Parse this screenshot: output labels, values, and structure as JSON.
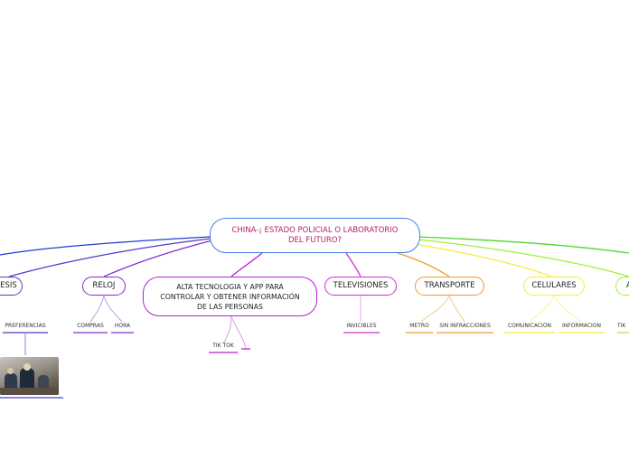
{
  "root": {
    "line1": "CHINA-¡ ESTADO POLICIAL O LABORATORIO",
    "line2": "DEL FUTURO?",
    "color": "#3f7fe8"
  },
  "branches": [
    {
      "key": "tesis",
      "label": "ESIS",
      "color": "#4a3fc9"
    },
    {
      "key": "reloj",
      "label": "RELOJ",
      "color": "#8a2ccf"
    },
    {
      "key": "alta",
      "line1": "ALTA TECNOLOGIA Y APP PARA",
      "line2": "CONTROLAR Y OBTENER INFORMACIÓN",
      "line3": "DE LAS PERSONAS",
      "color": "#b61fd6"
    },
    {
      "key": "televisiones",
      "label": "TELEVISIONES",
      "color": "#d62ad0"
    },
    {
      "key": "transporte",
      "label": "TRANSPORTE",
      "color": "#f09a33"
    },
    {
      "key": "celulares",
      "label": "CELULARES",
      "color": "#f0ef3a"
    },
    {
      "key": "last",
      "label": "A",
      "color": "#9ef03a"
    }
  ],
  "leaves": {
    "preferencias": "PREFERENCIAS",
    "compras": "COMPRAS",
    "hora": "HORA",
    "tiktok": "TIK TOK",
    "invisibles": "INVICIBLES",
    "metro": "METRO",
    "sin_infracciones": "SIN INFRACCIONES",
    "comunicacion": "COMUNICACION",
    "informacion": "INFORMACION",
    "tik": "TIK"
  }
}
